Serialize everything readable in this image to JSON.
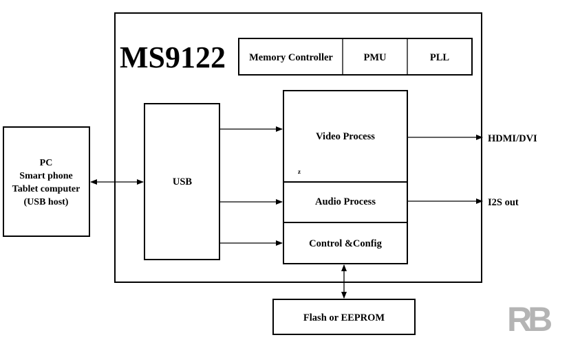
{
  "chip": {
    "title": "MS9122"
  },
  "top_blocks": {
    "memory_controller": "Memory Controller",
    "pmu": "PMU",
    "pll": "PLL"
  },
  "host": {
    "line1": "PC",
    "line2": "Smart phone",
    "line3": "Tablet computer",
    "line4": "(USB host)"
  },
  "usb": {
    "label": "USB"
  },
  "video": {
    "label": "Video Process",
    "mark": "z"
  },
  "audio": {
    "label": "Audio Process"
  },
  "control": {
    "label": "Control &Config"
  },
  "outputs": {
    "hdmi": "HDMI/DVI",
    "i2s": "I2S out"
  },
  "storage": {
    "label": "Flash or EEPROM"
  },
  "logo": {
    "text": "RB"
  }
}
